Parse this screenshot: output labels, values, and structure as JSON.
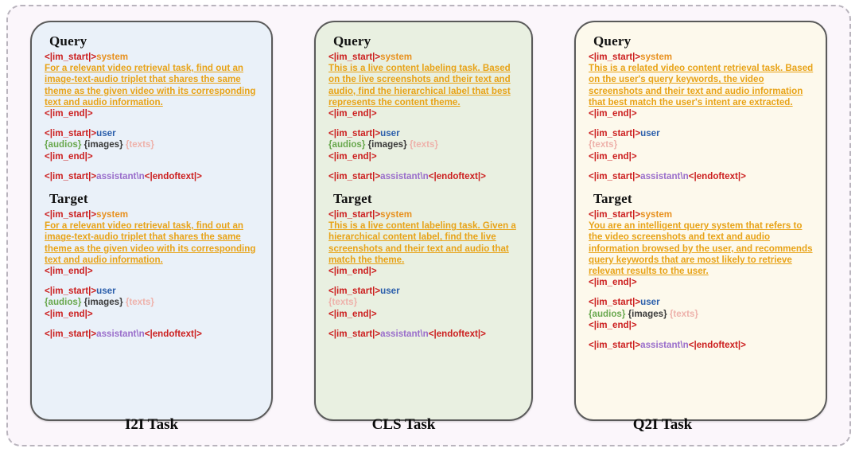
{
  "figure": {
    "background_color": "#fbf6fb",
    "frame_style": "dashed",
    "frame_color": "#b9b4bd"
  },
  "tokens": {
    "im_start": "<|im_start|>",
    "im_end": "<|im_end|>",
    "endoftext": "<|endoftext|>",
    "role_system": "system",
    "role_user": "user",
    "role_assistant": "assistant\\n",
    "ph_audios": "{audios}",
    "ph_images": "{images}",
    "ph_texts": "{texts}"
  },
  "colors": {
    "delimiter": "#cc1f1f",
    "system": "#e8911f",
    "user": "#2a5eab",
    "assistant": "#9a6ecb",
    "audios": "#69a84e",
    "images": "#3a3a3a",
    "texts": "#eeb2ab",
    "instruction": "#e8a317",
    "panel_i2i_bg": "#eaf1f9",
    "panel_cls_bg": "#e9f0e1",
    "panel_q2i_bg": "#fdf9ec",
    "panel_border": "#5a5a5a"
  },
  "headings": {
    "query": "Query",
    "target": "Target"
  },
  "panels": [
    {
      "id": "i2i",
      "caption": "I2I Task",
      "query": {
        "system_instruction": "For a relevant video retrieval task, find out an image-text-audio triplet that shares the same theme as the given video with its corresponding text and audio information.",
        "user_placeholders": [
          "{audios}",
          "{images}",
          "{texts}"
        ]
      },
      "target": {
        "system_instruction": "For a relevant video retrieval task, find out an image-text-audio triplet that shares the same theme as the given video with its corresponding text and audio information.",
        "user_placeholders": [
          "{audios}",
          "{images}",
          "{texts}"
        ]
      }
    },
    {
      "id": "cls",
      "caption": "CLS Task",
      "query": {
        "system_instruction": "This is a live content labeling task. Based on the live screenshots and their text and audio, find the hierarchical label that best represents the content theme.",
        "user_placeholders": [
          "{audios}",
          "{images}",
          "{texts}"
        ]
      },
      "target": {
        "system_instruction": "This is a live content labeling task. Given a hierarchical content label, find the live screenshots and their text and audio that match the theme.",
        "user_placeholders": [
          "{texts}"
        ]
      }
    },
    {
      "id": "q2i",
      "caption": "Q2I Task",
      "query": {
        "system_instruction": "This is a related video content retrieval task. Based on the user's query keywords, the video screenshots and their text and audio information that best match the user's intent are extracted.",
        "user_placeholders": [
          "{texts}"
        ]
      },
      "target": {
        "system_instruction": "You are an intelligent query system that refers to the video screenshots and text and audio information browsed by the user, and recommends query keywords that are most likely to retrieve relevant results to the user.",
        "user_placeholders": [
          "{audios}",
          "{images}",
          "{texts}"
        ]
      }
    }
  ]
}
